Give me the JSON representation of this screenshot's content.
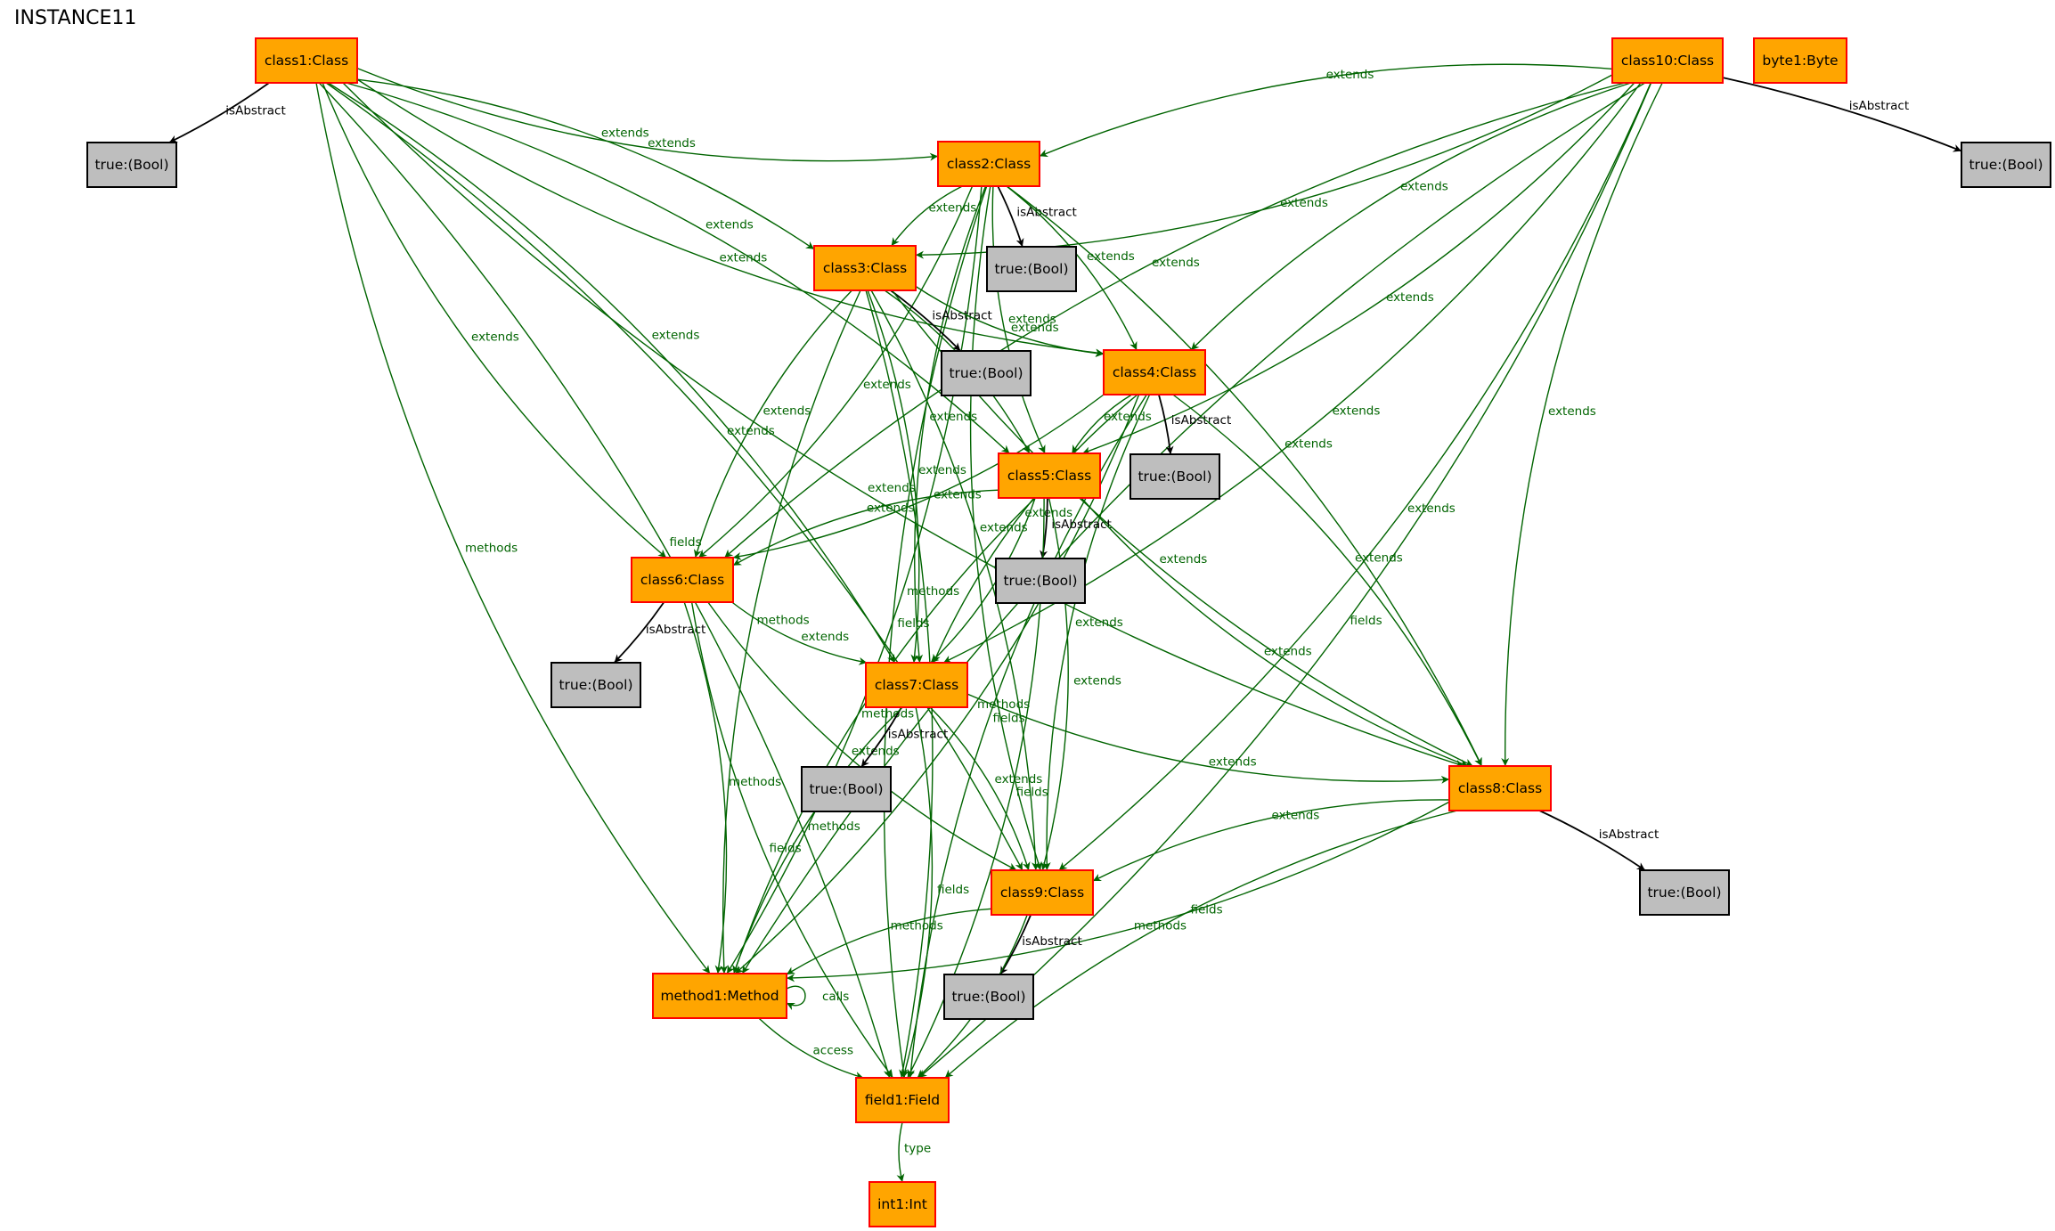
{
  "title": "INSTANCE11",
  "colors": {
    "class_fill": "#FFA500",
    "class_stroke": "#FF0000",
    "bool_fill": "#BEBEBE",
    "bool_stroke": "#000000",
    "edge_green": "#006400",
    "edge_black": "#000000"
  },
  "nodes": [
    {
      "id": "class1",
      "label": "class1:Class",
      "kind": "class"
    },
    {
      "id": "class10",
      "label": "class10:Class",
      "kind": "class"
    },
    {
      "id": "byte1",
      "label": "byte1:Byte",
      "kind": "class"
    },
    {
      "id": "b1",
      "label": "true:(Bool)",
      "kind": "bool"
    },
    {
      "id": "class2",
      "label": "class2:Class",
      "kind": "class"
    },
    {
      "id": "b10",
      "label": "true:(Bool)",
      "kind": "bool"
    },
    {
      "id": "class3",
      "label": "class3:Class",
      "kind": "class"
    },
    {
      "id": "b2",
      "label": "true:(Bool)",
      "kind": "bool"
    },
    {
      "id": "class4",
      "label": "class4:Class",
      "kind": "class"
    },
    {
      "id": "b3",
      "label": "true:(Bool)",
      "kind": "bool"
    },
    {
      "id": "class5",
      "label": "class5:Class",
      "kind": "class"
    },
    {
      "id": "b4",
      "label": "true:(Bool)",
      "kind": "bool"
    },
    {
      "id": "class6",
      "label": "class6:Class",
      "kind": "class"
    },
    {
      "id": "b5",
      "label": "true:(Bool)",
      "kind": "bool"
    },
    {
      "id": "class7",
      "label": "class7:Class",
      "kind": "class"
    },
    {
      "id": "b6",
      "label": "true:(Bool)",
      "kind": "bool"
    },
    {
      "id": "class8",
      "label": "class8:Class",
      "kind": "class"
    },
    {
      "id": "b7",
      "label": "true:(Bool)",
      "kind": "bool"
    },
    {
      "id": "class9",
      "label": "class9:Class",
      "kind": "class"
    },
    {
      "id": "b8",
      "label": "true:(Bool)",
      "kind": "bool"
    },
    {
      "id": "b9",
      "label": "true:(Bool)",
      "kind": "bool"
    },
    {
      "id": "method1",
      "label": "method1:Method",
      "kind": "class"
    },
    {
      "id": "field1",
      "label": "field1:Field",
      "kind": "class"
    },
    {
      "id": "int1",
      "label": "int1:Int",
      "kind": "class"
    }
  ],
  "edges": [
    {
      "from": "class1",
      "to": "b1",
      "label": "isAbstract",
      "color": "black"
    },
    {
      "from": "class1",
      "to": "class2",
      "label": "extends",
      "color": "green"
    },
    {
      "from": "class1",
      "to": "class3",
      "label": "extends",
      "color": "green"
    },
    {
      "from": "class1",
      "to": "class4",
      "label": "extends",
      "color": "green"
    },
    {
      "from": "class1",
      "to": "class5",
      "label": "extends",
      "color": "green"
    },
    {
      "from": "class1",
      "to": "class6",
      "label": "extends",
      "color": "green"
    },
    {
      "from": "class1",
      "to": "class7",
      "label": "extends",
      "color": "green"
    },
    {
      "from": "class1",
      "to": "class8",
      "label": "extends",
      "color": "green"
    },
    {
      "from": "class1",
      "to": "class9",
      "label": "extends",
      "color": "green"
    },
    {
      "from": "class1",
      "to": "method1",
      "label": "methods",
      "color": "green"
    },
    {
      "from": "class1",
      "to": "field1",
      "label": "fields",
      "color": "green"
    },
    {
      "from": "class10",
      "to": "b10",
      "label": "isAbstract",
      "color": "black"
    },
    {
      "from": "class10",
      "to": "class2",
      "label": "extends",
      "color": "green"
    },
    {
      "from": "class10",
      "to": "class3",
      "label": "extends",
      "color": "green"
    },
    {
      "from": "class10",
      "to": "class4",
      "label": "extends",
      "color": "green"
    },
    {
      "from": "class10",
      "to": "class5",
      "label": "extends",
      "color": "green"
    },
    {
      "from": "class10",
      "to": "class6",
      "label": "extends",
      "color": "green"
    },
    {
      "from": "class10",
      "to": "class7",
      "label": "extends",
      "color": "green"
    },
    {
      "from": "class10",
      "to": "class8",
      "label": "extends",
      "color": "green"
    },
    {
      "from": "class10",
      "to": "class9",
      "label": "extends",
      "color": "green"
    },
    {
      "from": "class10",
      "to": "method1",
      "label": "methods",
      "color": "green"
    },
    {
      "from": "class10",
      "to": "field1",
      "label": "fields",
      "color": "green"
    },
    {
      "from": "class2",
      "to": "b2",
      "label": "isAbstract",
      "color": "black"
    },
    {
      "from": "class2",
      "to": "class3",
      "label": "extends",
      "color": "green"
    },
    {
      "from": "class2",
      "to": "class4",
      "label": "extends",
      "color": "green"
    },
    {
      "from": "class2",
      "to": "class5",
      "label": "extends",
      "color": "green"
    },
    {
      "from": "class2",
      "to": "class6",
      "label": "extends",
      "color": "green"
    },
    {
      "from": "class2",
      "to": "class7",
      "label": "extends",
      "color": "green"
    },
    {
      "from": "class2",
      "to": "class8",
      "label": "extends",
      "color": "green"
    },
    {
      "from": "class2",
      "to": "class9",
      "label": "extends",
      "color": "green"
    },
    {
      "from": "class2",
      "to": "method1",
      "label": "methods",
      "color": "green"
    },
    {
      "from": "class2",
      "to": "field1",
      "label": "fields",
      "color": "green"
    },
    {
      "from": "class3",
      "to": "b3",
      "label": "isAbstract",
      "color": "black"
    },
    {
      "from": "class3",
      "to": "class4",
      "label": "extends",
      "color": "green"
    },
    {
      "from": "class3",
      "to": "class5",
      "label": "extends",
      "color": "green"
    },
    {
      "from": "class3",
      "to": "class6",
      "label": "extends",
      "color": "green"
    },
    {
      "from": "class3",
      "to": "class7",
      "label": "extends",
      "color": "green"
    },
    {
      "from": "class3",
      "to": "class8",
      "label": "extends",
      "color": "green"
    },
    {
      "from": "class3",
      "to": "class9",
      "label": "extends",
      "color": "green"
    },
    {
      "from": "class3",
      "to": "method1",
      "label": "methods",
      "color": "green"
    },
    {
      "from": "class3",
      "to": "field1",
      "label": "fields",
      "color": "green"
    },
    {
      "from": "class4",
      "to": "b4",
      "label": "isAbstract",
      "color": "black"
    },
    {
      "from": "class4",
      "to": "class5",
      "label": "extends",
      "color": "green"
    },
    {
      "from": "class4",
      "to": "class6",
      "label": "extends",
      "color": "green"
    },
    {
      "from": "class4",
      "to": "class7",
      "label": "extends",
      "color": "green"
    },
    {
      "from": "class4",
      "to": "class8",
      "label": "extends",
      "color": "green"
    },
    {
      "from": "class4",
      "to": "class9",
      "label": "extends",
      "color": "green"
    },
    {
      "from": "class4",
      "to": "method1",
      "label": "methods",
      "color": "green"
    },
    {
      "from": "class4",
      "to": "field1",
      "label": "fields",
      "color": "green"
    },
    {
      "from": "class5",
      "to": "b5",
      "label": "isAbstract",
      "color": "black"
    },
    {
      "from": "class5",
      "to": "class6",
      "label": "extends",
      "color": "green"
    },
    {
      "from": "class5",
      "to": "class7",
      "label": "extends",
      "color": "green"
    },
    {
      "from": "class5",
      "to": "class8",
      "label": "extends",
      "color": "green"
    },
    {
      "from": "class5",
      "to": "class9",
      "label": "extends",
      "color": "green"
    },
    {
      "from": "class5",
      "to": "method1",
      "label": "methods",
      "color": "green"
    },
    {
      "from": "class5",
      "to": "field1",
      "label": "fields",
      "color": "green"
    },
    {
      "from": "class6",
      "to": "b6",
      "label": "isAbstract",
      "color": "black"
    },
    {
      "from": "class6",
      "to": "class7",
      "label": "extends",
      "color": "green"
    },
    {
      "from": "class6",
      "to": "class9",
      "label": "extends",
      "color": "green"
    },
    {
      "from": "class6",
      "to": "method1",
      "label": "methods",
      "color": "green"
    },
    {
      "from": "class6",
      "to": "field1",
      "label": "fields",
      "color": "green"
    },
    {
      "from": "class7",
      "to": "b7",
      "label": "isAbstract",
      "color": "black"
    },
    {
      "from": "class7",
      "to": "class8",
      "label": "extends",
      "color": "green"
    },
    {
      "from": "class7",
      "to": "class9",
      "label": "extends",
      "color": "green"
    },
    {
      "from": "class7",
      "to": "method1",
      "label": "methods",
      "color": "green"
    },
    {
      "from": "class7",
      "to": "field1",
      "label": "fields",
      "color": "green"
    },
    {
      "from": "class8",
      "to": "b8",
      "label": "isAbstract",
      "color": "black"
    },
    {
      "from": "class8",
      "to": "class9",
      "label": "extends",
      "color": "green"
    },
    {
      "from": "class8",
      "to": "method1",
      "label": "methods",
      "color": "green"
    },
    {
      "from": "class8",
      "to": "field1",
      "label": "fields",
      "color": "green"
    },
    {
      "from": "class9",
      "to": "b9",
      "label": "isAbstract",
      "color": "black"
    },
    {
      "from": "class9",
      "to": "method1",
      "label": "methods",
      "color": "green"
    },
    {
      "from": "class9",
      "to": "field1",
      "label": "fields",
      "color": "green"
    },
    {
      "from": "method1",
      "to": "method1",
      "label": "calls",
      "color": "green"
    },
    {
      "from": "method1",
      "to": "field1",
      "label": "access",
      "color": "green"
    },
    {
      "from": "field1",
      "to": "int1",
      "label": "type",
      "color": "green"
    }
  ]
}
